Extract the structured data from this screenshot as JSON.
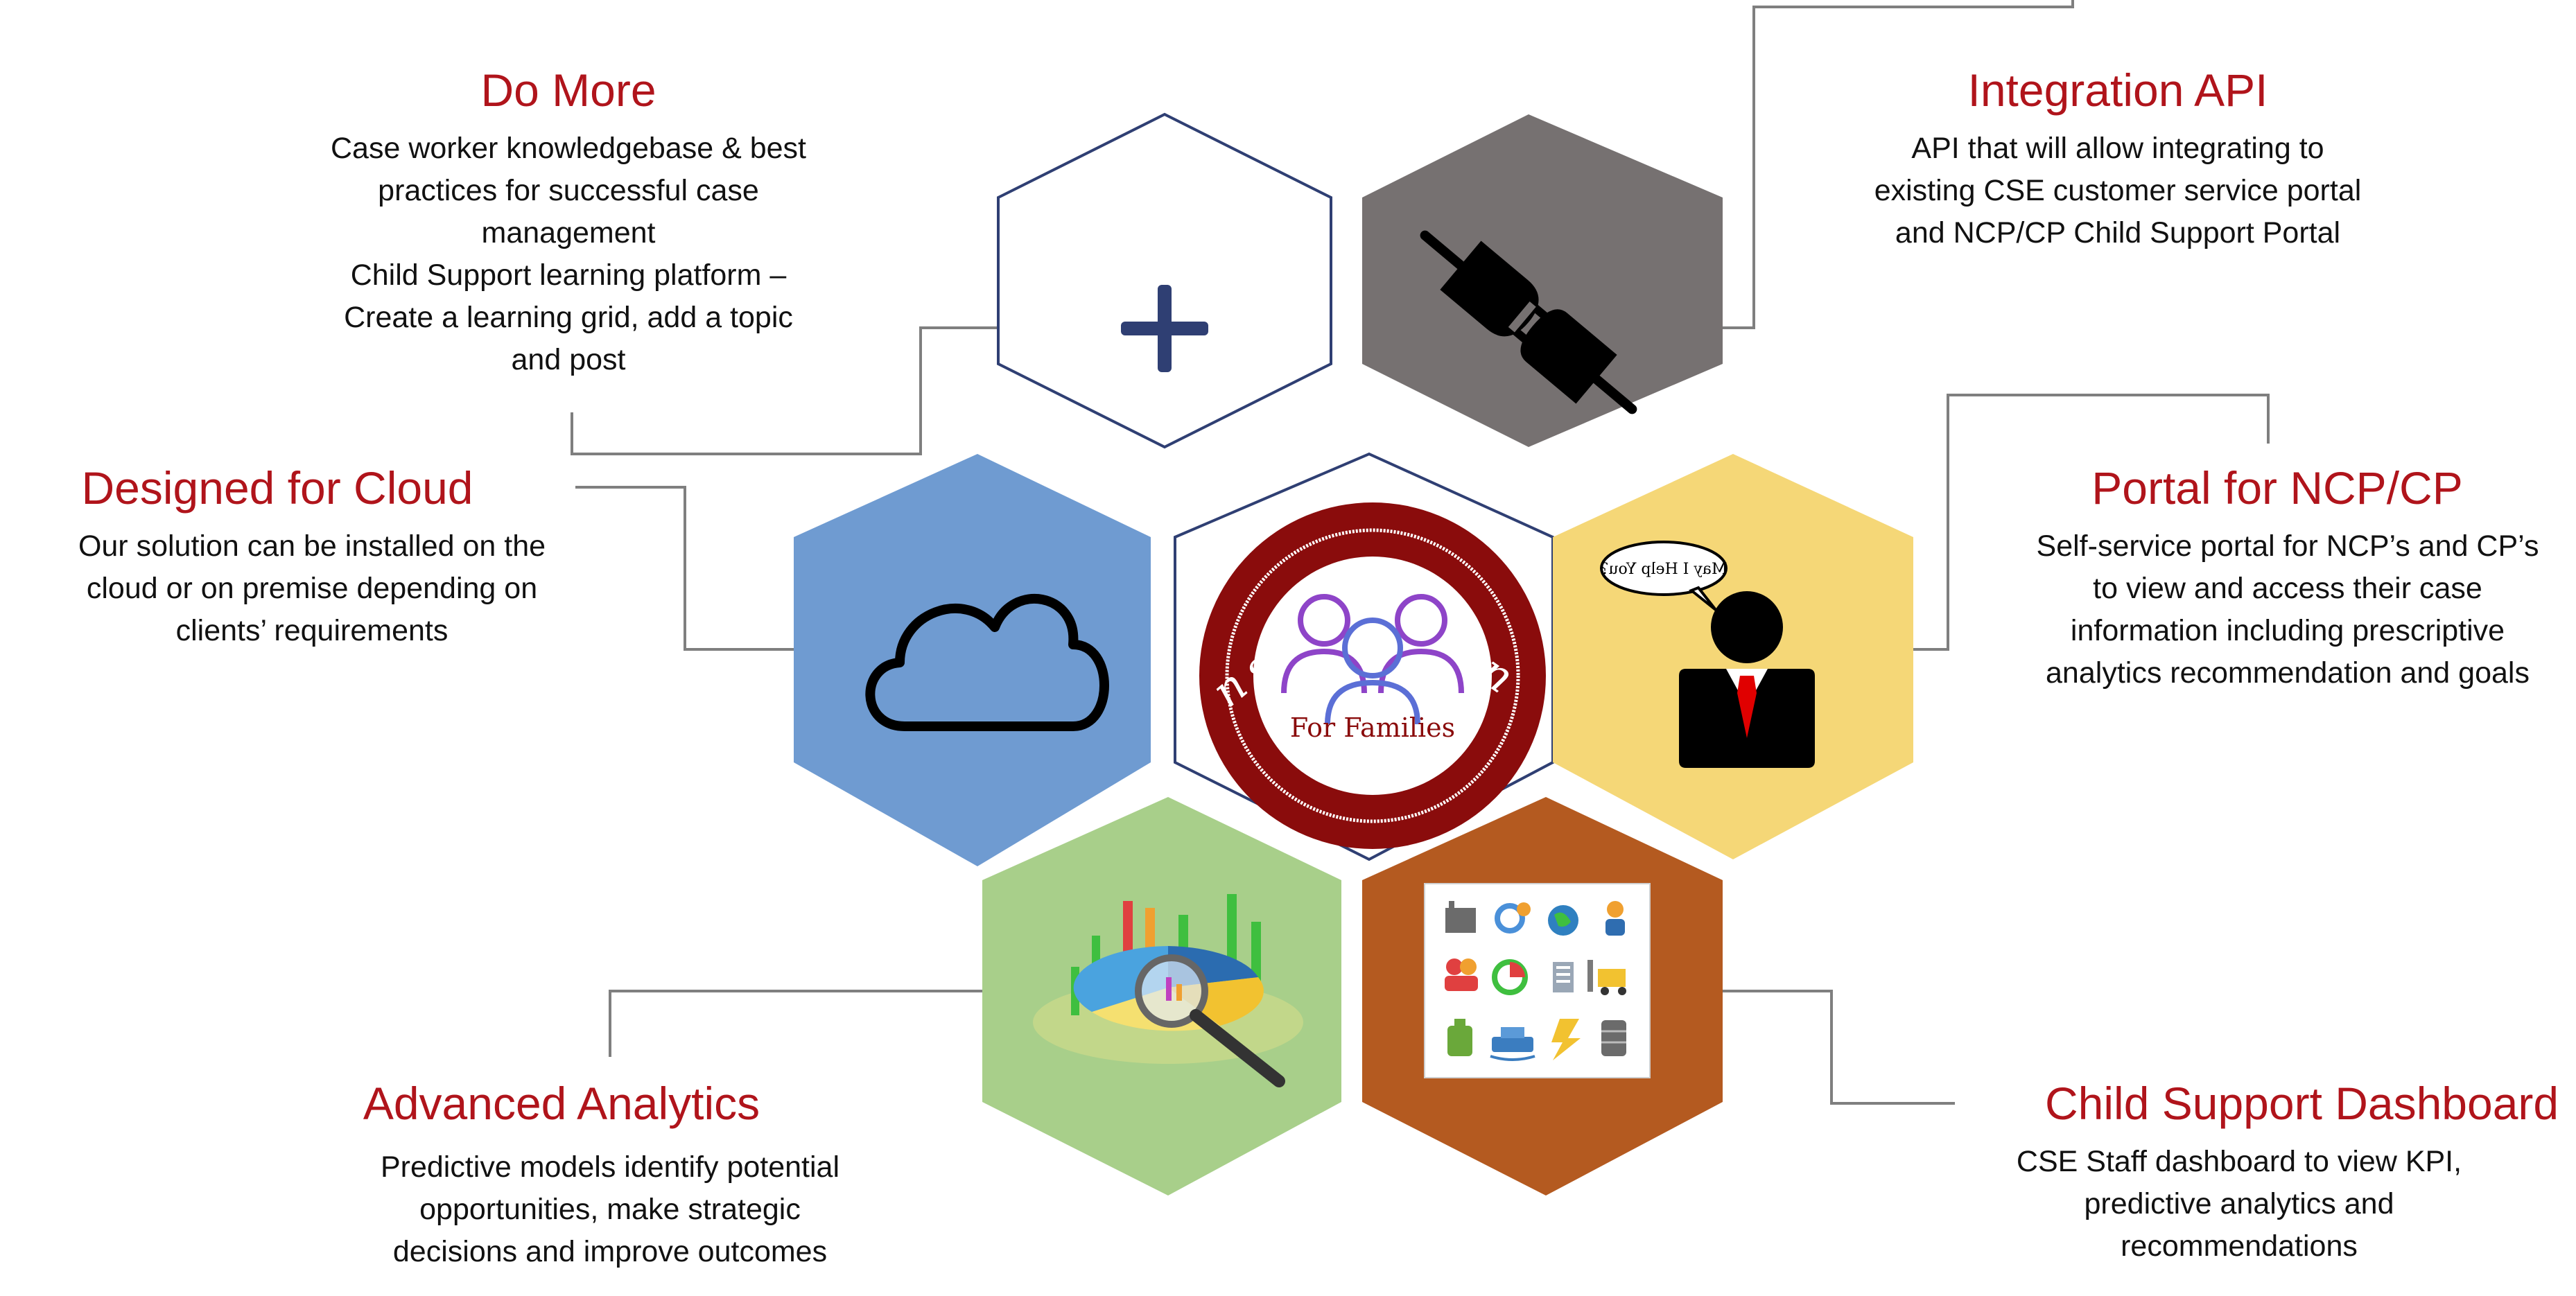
{
  "logo": {
    "arc_text": "Answer Genie",
    "subtitle": "For Families"
  },
  "bubble": {
    "text": "May I Help You?"
  },
  "features": [
    {
      "title": "Do More",
      "lines": [
        "Case worker knowledgebase & best",
        "practices for successful case",
        "management",
        "Child Support  learning platform –",
        "Create a learning grid, add a topic",
        "and post"
      ],
      "icon": "plus-icon"
    },
    {
      "title": "Integration API",
      "lines": [
        "API that will allow integrating to",
        "existing CSE customer service portal",
        "and NCP/CP  Child Support Portal"
      ],
      "icon": "plug-icon"
    },
    {
      "title": "Designed  for Cloud",
      "lines": [
        "Our solution can be installed on the",
        "cloud  or on premise depending  on",
        "clients’ requirements"
      ],
      "icon": "cloud-icon"
    },
    {
      "title": "Portal for NCP/CP",
      "lines": [
        "Self-service portal for NCP’s and CP’s",
        "to view and access their case",
        "information including prescriptive",
        "analytics recommendation and goals"
      ],
      "icon": "support-agent-icon"
    },
    {
      "title": "Advanced Analytics",
      "lines": [
        "Predictive models identify potential",
        "opportunities,  make strategic",
        "decisions and improve outcomes"
      ],
      "icon": "analytics-chart-icon"
    },
    {
      "title": "Child Support  Dashboard",
      "lines": [
        "CSE Staff dashboard to view KPI,",
        "predictive analytics and",
        "recommendations"
      ],
      "icon": "dashboard-grid-icon"
    }
  ],
  "colors": {
    "title_red": "#b0141b",
    "hex_blue": "#6f9bd1",
    "hex_gray": "#767171",
    "hex_yellow": "#f5d777",
    "hex_green": "#a8cf8a",
    "hex_orange": "#b45a20",
    "hex_outline": "#2f3f73",
    "logo_ring": "#8a0c0c",
    "connector": "#7f7f7f"
  }
}
